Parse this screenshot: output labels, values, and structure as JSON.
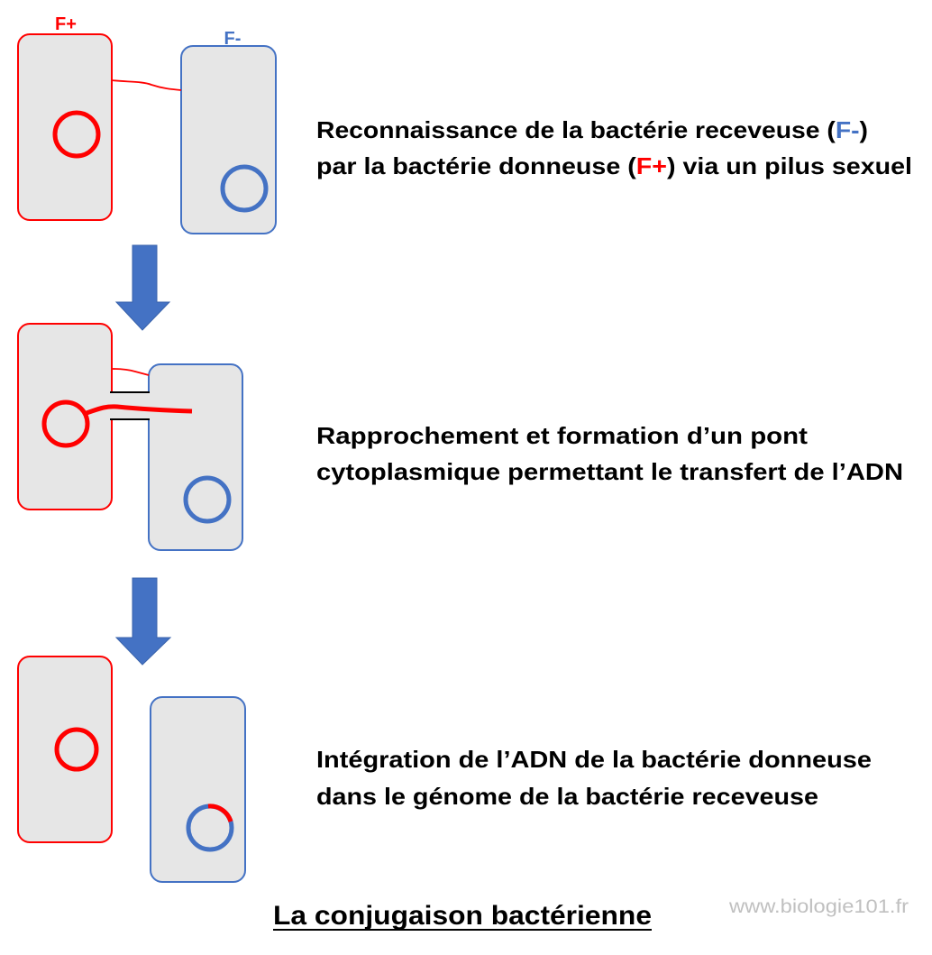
{
  "title": "La conjugaison bactérienne",
  "watermark": "www.biologie101.fr",
  "colors": {
    "donor": "#ff0000",
    "recipient": "#4472c4",
    "cell_fill": "#e6e6e6",
    "arrow": "#4472c4"
  },
  "labels": {
    "donor": "F+",
    "recipient": "F-"
  },
  "steps": [
    {
      "line1": {
        "a": "Reconnaissance de la bactérie receveuse (",
        "b": "F-",
        "c": ")"
      },
      "line2": {
        "a": "par la bactérie donneuse (",
        "b": "F+",
        "c": ") via un pilus sexuel"
      }
    },
    {
      "line1": "Rapprochement et formation d’un pont",
      "line2": "cytoplasmique permettant le transfert de l’ADN"
    },
    {
      "line1": "Intégration de l’ADN de la bactérie donneuse",
      "line2": "dans le génome de la bactérie receveuse"
    }
  ]
}
